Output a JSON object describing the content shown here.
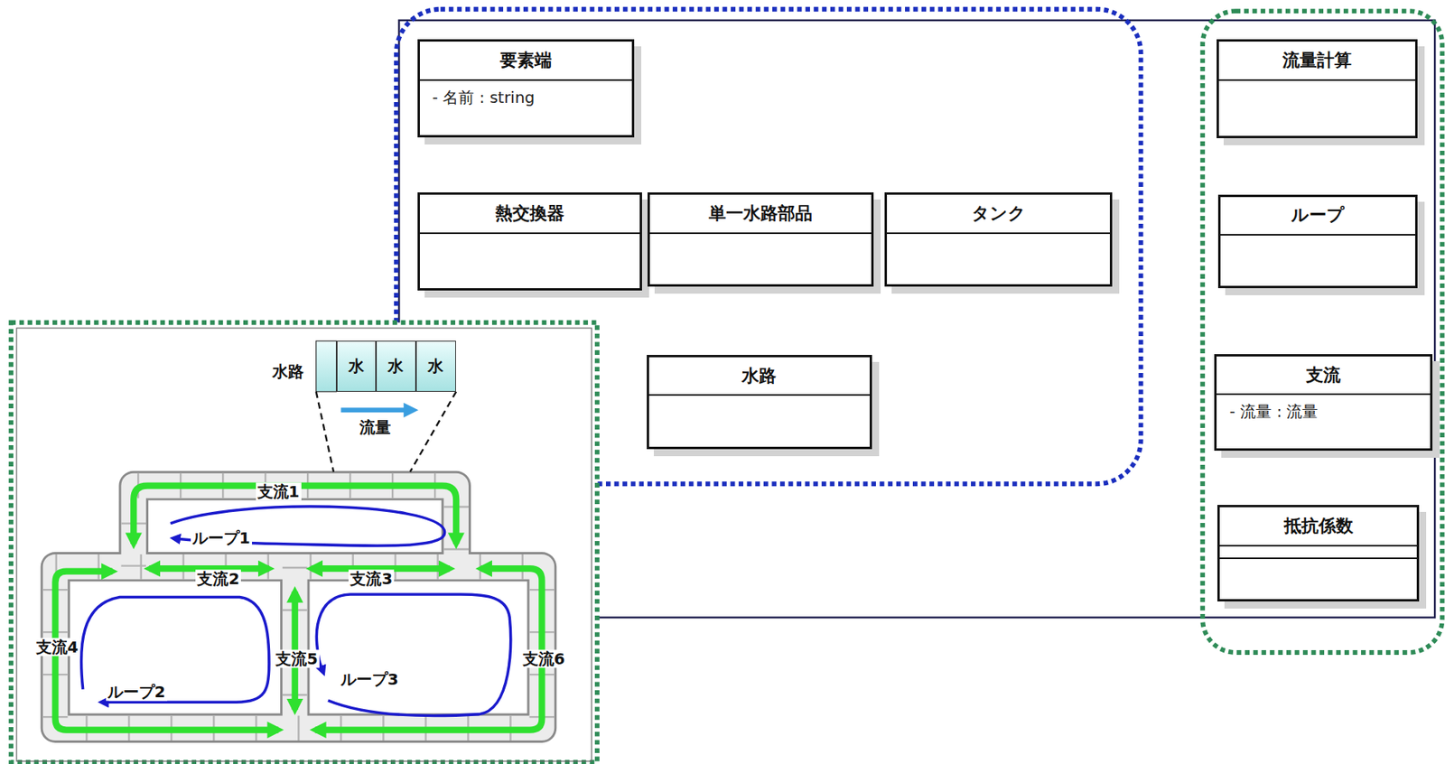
{
  "diagram": {
    "nodes": [
      {
        "text": [
          "要素端",
          "- 名前 : string"
        ]
      },
      {
        "text": [
          "流量計算"
        ]
      },
      {
        "text": [
          "熱交換器"
        ]
      },
      {
        "text": [
          "単一水路部品"
        ]
      },
      {
        "text": [
          "タンク"
        ]
      },
      {
        "text": [
          "ループ"
        ]
      },
      {
        "text": [
          "水路"
        ]
      },
      {
        "text": [
          "支流",
          "- 流量 : 流量"
        ]
      },
      {
        "text": [
          "抵抗係数"
        ]
      },
      {
        "text": [
          "水"
        ]
      },
      {
        "text": [
          "水"
        ]
      },
      {
        "text": [
          "水"
        ]
      }
    ],
    "labels": [
      "水路",
      "流量",
      "支流1",
      "ループ1",
      "支流2",
      "支流3",
      "支流4",
      "支流5",
      "ループ3",
      "ループ2",
      "支流6"
    ]
  }
}
